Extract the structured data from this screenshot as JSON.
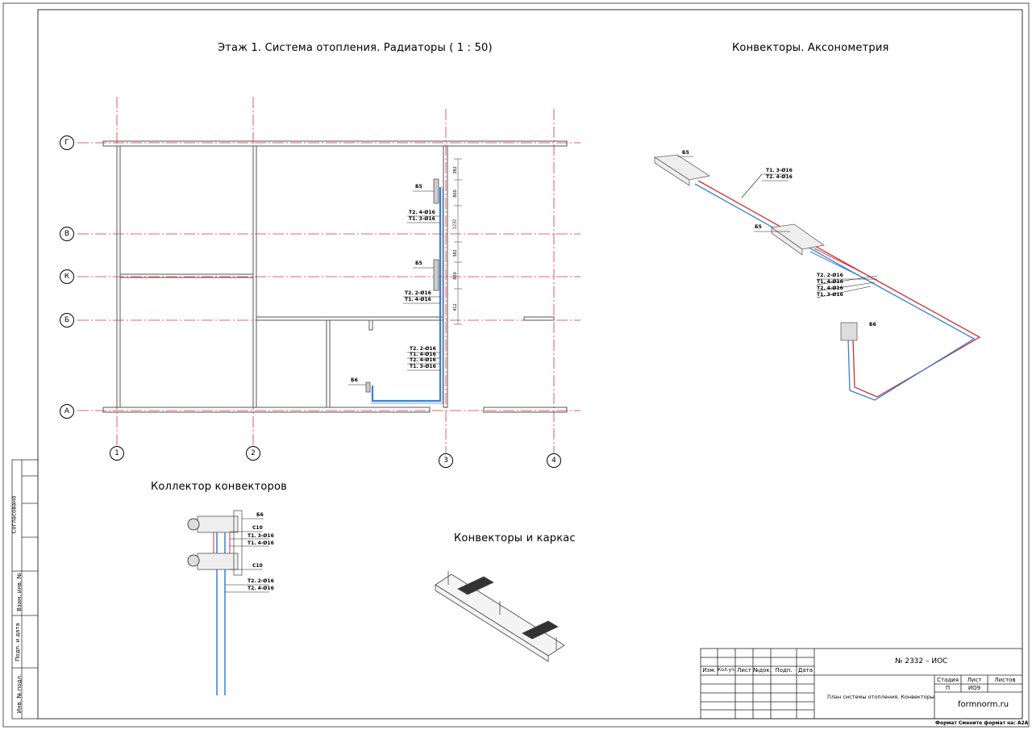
{
  "sheet": {
    "plan_title": "Этаж 1. Система отопления. Радиаторы ( 1 : 50)",
    "axo_title": "Конвекторы. Аксонометрия",
    "collector_title": "Коллектор конвекторов",
    "frame_title": "Конвекторы и каркас"
  },
  "grid": {
    "rows": [
      "Г",
      "В",
      "К",
      "Б",
      "А"
    ],
    "cols": [
      "1",
      "2",
      "3",
      "4"
    ]
  },
  "plan_labels": {
    "b5a": "Б5",
    "b5b": "Б5",
    "b6": "Б6",
    "g1": [
      "Т2. 4-Ø16",
      "Т1. 3-Ø16"
    ],
    "g2": [
      "Т2. 2-Ø16",
      "Т1. 4-Ø16"
    ],
    "g3": [
      "Т2. 2-Ø16",
      "Т1. 4-Ø16",
      "Т2. 4-Ø16",
      "Т1. 3-Ø16"
    ],
    "dims": [
      "382",
      "800",
      "1232",
      "382",
      "800",
      "412"
    ]
  },
  "axo_labels": {
    "b5a": "Б5",
    "b5b": "Б5",
    "b6": "Б6",
    "g1": [
      "Т1. 3-Ø16",
      "Т2. 4-Ø16"
    ],
    "g2": [
      "Т2. 2-Ø16",
      "Т1. 4-Ø16",
      "Т2. 4-Ø16",
      "Т1. 3-Ø16"
    ]
  },
  "collector_labels": {
    "b6": "Б6",
    "c10a": "С10",
    "l1": "Т1. 3-Ø16",
    "l2": "Т1. 4-Ø16",
    "c10b": "С10",
    "l3": "Т2. 2-Ø16",
    "l4": "Т2. 4-Ø16"
  },
  "side_stamp": [
    "Согласовано",
    "Взам. инв. №",
    "Подп. и дата",
    "Инв. № подл."
  ],
  "title_block": {
    "doc_number": "№ 2332 – ИОС",
    "headers": [
      "Изм.",
      "Кол.уч.",
      "Лист",
      "№док.",
      "Подп.",
      "Дата"
    ],
    "sheet_name": "План системы отопления. Конвекторы",
    "stage_headers": [
      "Стадия",
      "Лист",
      "Листов"
    ],
    "stage_values": [
      "П",
      "ИО9",
      ""
    ],
    "company": "formnorm.ru",
    "format_note": "Формат Смените формат на: А2А"
  },
  "colors": {
    "axis": "#e0303a",
    "supply": "#d43030",
    "return": "#3a7fd6",
    "wall": "#555555"
  }
}
